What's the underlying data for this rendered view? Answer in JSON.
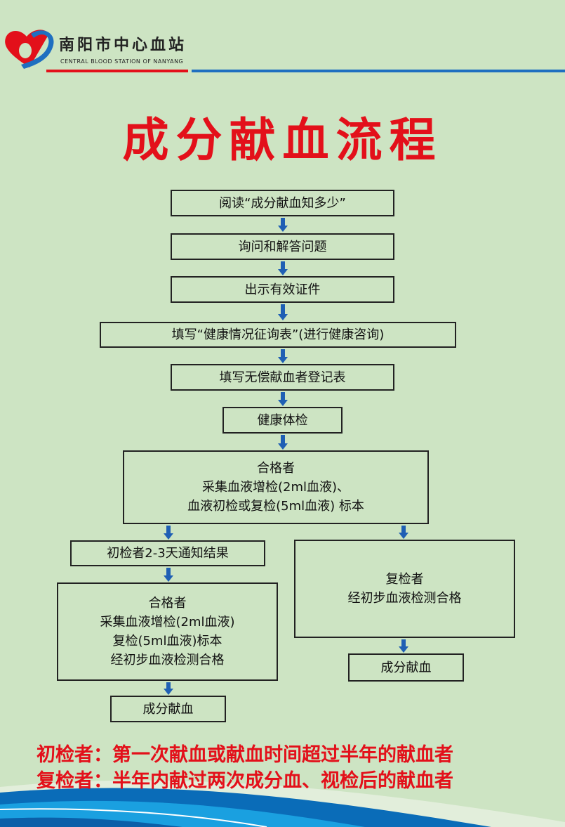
{
  "header": {
    "logo_cn": "南阳市中心血站",
    "logo_en": "CENTRAL BLOOD STATION OF NANYANG"
  },
  "title": "成分献血流程",
  "steps": [
    {
      "lines": [
        "阅读“成分献血知多少”"
      ]
    },
    {
      "lines": [
        "询问和解答问题"
      ]
    },
    {
      "lines": [
        "出示有效证件"
      ]
    },
    {
      "lines": [
        "填写“健康情况征询表”(进行健康咨询)"
      ]
    },
    {
      "lines": [
        "填写无偿献血者登记表"
      ]
    },
    {
      "lines": [
        "健康体检"
      ]
    },
    {
      "lines": [
        "合格者",
        "采集血液增检(2ml血液)、",
        "血液初检或复检(5ml血液) 标本"
      ]
    },
    {
      "lines": [
        "初检者2-3天通知结果"
      ]
    },
    {
      "lines": [
        "合格者",
        "采集血液增检(2ml血液)",
        "复检(5ml血液)标本",
        "经初步血液检测合格"
      ]
    },
    {
      "lines": [
        "复检者",
        "经初步血液检测合格"
      ]
    },
    {
      "lines": [
        "成分献血"
      ]
    },
    {
      "lines": [
        "成分献血"
      ]
    }
  ],
  "notes": [
    "初检者：第一次献血或献血时间超过半年的献血者",
    "复检者：半年内献过两次成分血、视检后的献血者"
  ],
  "colors": {
    "background": "#cde4c3",
    "title": "#e3101a",
    "arrow": "#1f5fb4"
  }
}
